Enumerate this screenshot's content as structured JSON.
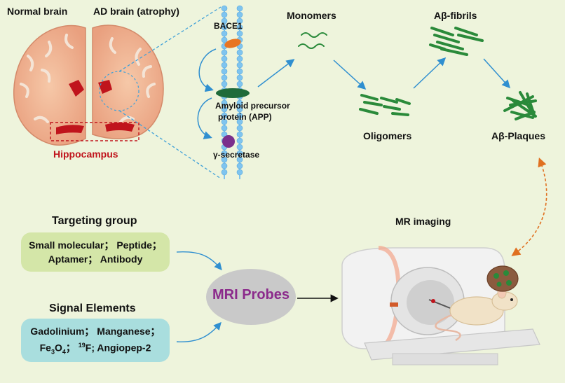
{
  "brain": {
    "normal_label": "Normal brain",
    "ad_label": "AD brain (atrophy)",
    "hippocampus_label": "Hippocampus"
  },
  "membrane": {
    "bace1": "BACE1",
    "app_line1": "Amyloid precursor",
    "app_line2": "protein (APP)",
    "gamma": "γ-secretase"
  },
  "aggregation": {
    "monomers": "Monomers",
    "oligomers": "Oligomers",
    "fibrils": "Aβ-fibrils",
    "plaques": "Aβ-Plaques"
  },
  "targeting": {
    "title": "Targeting group",
    "line1": "Small molecular； Peptide；",
    "line2": "Aptamer； Antibody"
  },
  "signal": {
    "title": "Signal Elements",
    "line1": "Gadolinium； Manganese；",
    "fe": "Fe",
    "sub3": "3",
    "o": "O",
    "sub4": "4",
    "sep": "；",
    "sup19": "19",
    "rest": "F; Angiopep-2"
  },
  "probes": {
    "label": "MRI Probes"
  },
  "imaging": {
    "label": "MR imaging"
  },
  "colors": {
    "background": "#eef4dc",
    "hippocampus_red": "#c0141c",
    "targeting_box": "#d4e6a8",
    "signal_box": "#a9dede",
    "probe_ellipse": "#c9c9c9",
    "probe_text": "#8b2a8b",
    "amyloid_green": "#2a8a3a",
    "arrow_blue": "#2f8fd0",
    "dashed_orange": "#e07020",
    "membrane_blue": "#7fc4ef"
  }
}
